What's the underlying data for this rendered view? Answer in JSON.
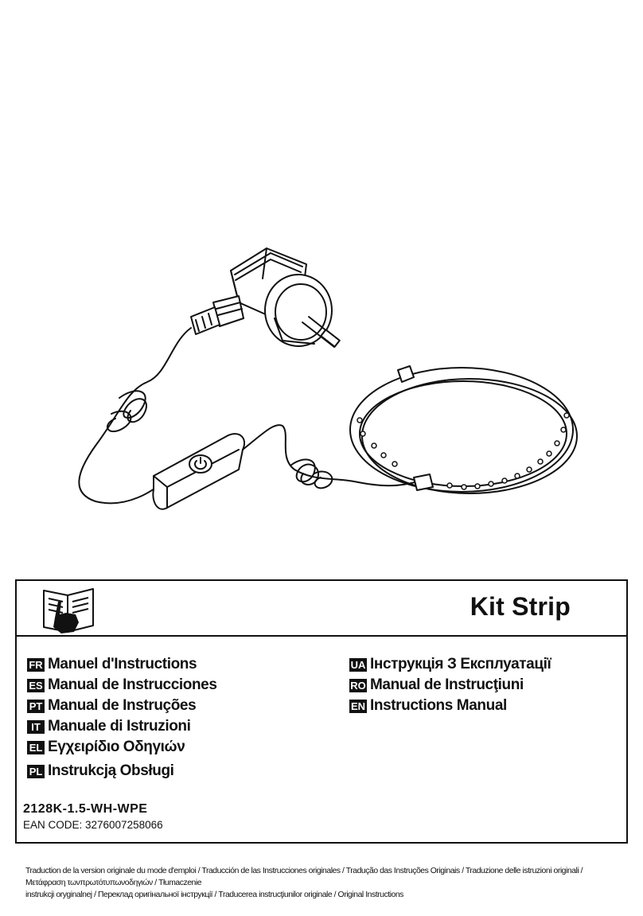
{
  "product": {
    "title": "Kit Strip",
    "model": "2128K-1.5-WH-WPE",
    "ean": "EAN CODE: 3276007258066"
  },
  "languages_left": [
    {
      "code": "FR",
      "label": "Manuel d'Instructions"
    },
    {
      "code": "ES",
      "label": "Manual de Instrucciones"
    },
    {
      "code": "PT",
      "label": "Manual de Instruções"
    },
    {
      "code": "IT",
      "label": "Manuale di Istruzioni"
    },
    {
      "code": "EL",
      "label": "Εγχειρίδιο Οδηγιών"
    },
    {
      "code": "PL",
      "label": "Instrukcją Obsługi"
    }
  ],
  "languages_right": [
    {
      "code": "UA",
      "label": "Інструкція З Експлуатації"
    },
    {
      "code": "RO",
      "label": "Manual de Instrucţiuni"
    },
    {
      "code": "EN",
      "label": "Instructions Manual"
    }
  ],
  "footer": {
    "line1": "Traduction de la version originale du mode d'emploi / Traducción de las Instrucciones originales / Tradução das Instruções Originais / Traduzione delle istruzioni originali  / Μετάφραση τωνπρωτότυπωνοδηγιών / Tłumaczenie",
    "line2": "instrukcji oryginalnej / Переклад оригінальної інструкції / Traducerea instrucţiunilor originale /  Original Instructions"
  },
  "icons": [
    "power-plug-icon",
    "power-button-icon",
    "manual-book-icon"
  ]
}
